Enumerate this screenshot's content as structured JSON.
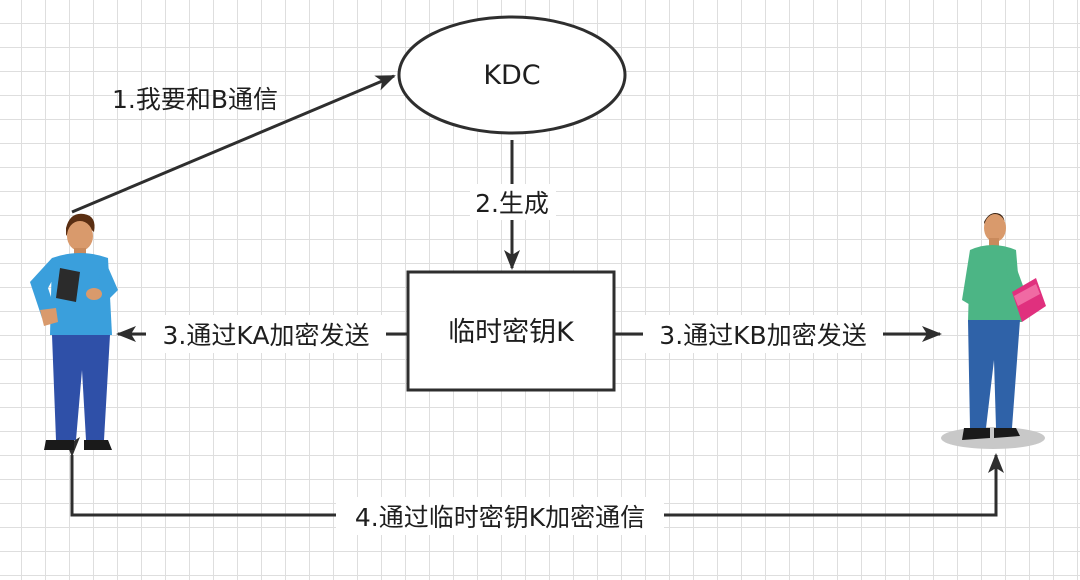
{
  "nodes": {
    "kdc": "KDC",
    "temp_key": "临时密钥K"
  },
  "edges": {
    "request": "1.我要和B通信",
    "generate": "2.生成",
    "send_to_a": "3.通过KA加密发送",
    "send_to_b": "3.通过KB加密发送",
    "communicate": "4.通过临时密钥K加密通信"
  },
  "colors": {
    "line": "#2e2e2e",
    "person_a_shirt": "#3a9fdc",
    "person_a_pants": "#2f50a8",
    "person_b_shirt": "#4cb585",
    "person_b_pants": "#2f62a8",
    "book": "#e0307e"
  },
  "icons": {
    "person_a": "person-with-tablet-icon",
    "person_b": "person-with-book-icon"
  }
}
